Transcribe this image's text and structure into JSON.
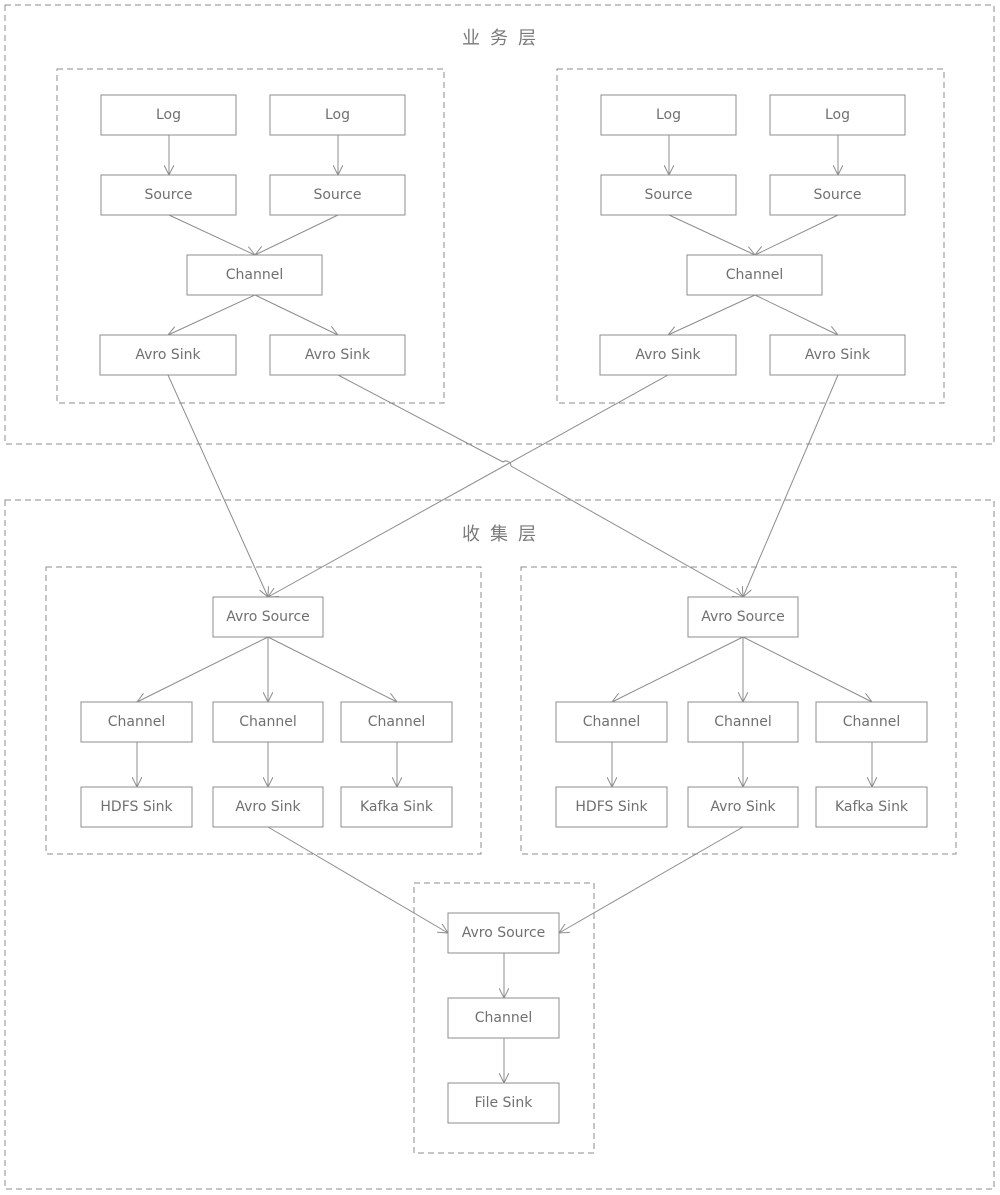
{
  "layers": {
    "business": "业务层",
    "collection": "收集层"
  },
  "labels": {
    "log": "Log",
    "source": "Source",
    "channel": "Channel",
    "avro_sink": "Avro Sink",
    "avro_source": "Avro Source",
    "hdfs_sink": "HDFS Sink",
    "kafka_sink": "Kafka Sink",
    "file_sink": "File Sink"
  },
  "colors": {
    "stroke": "#8c8c8c",
    "text": "#707070"
  }
}
